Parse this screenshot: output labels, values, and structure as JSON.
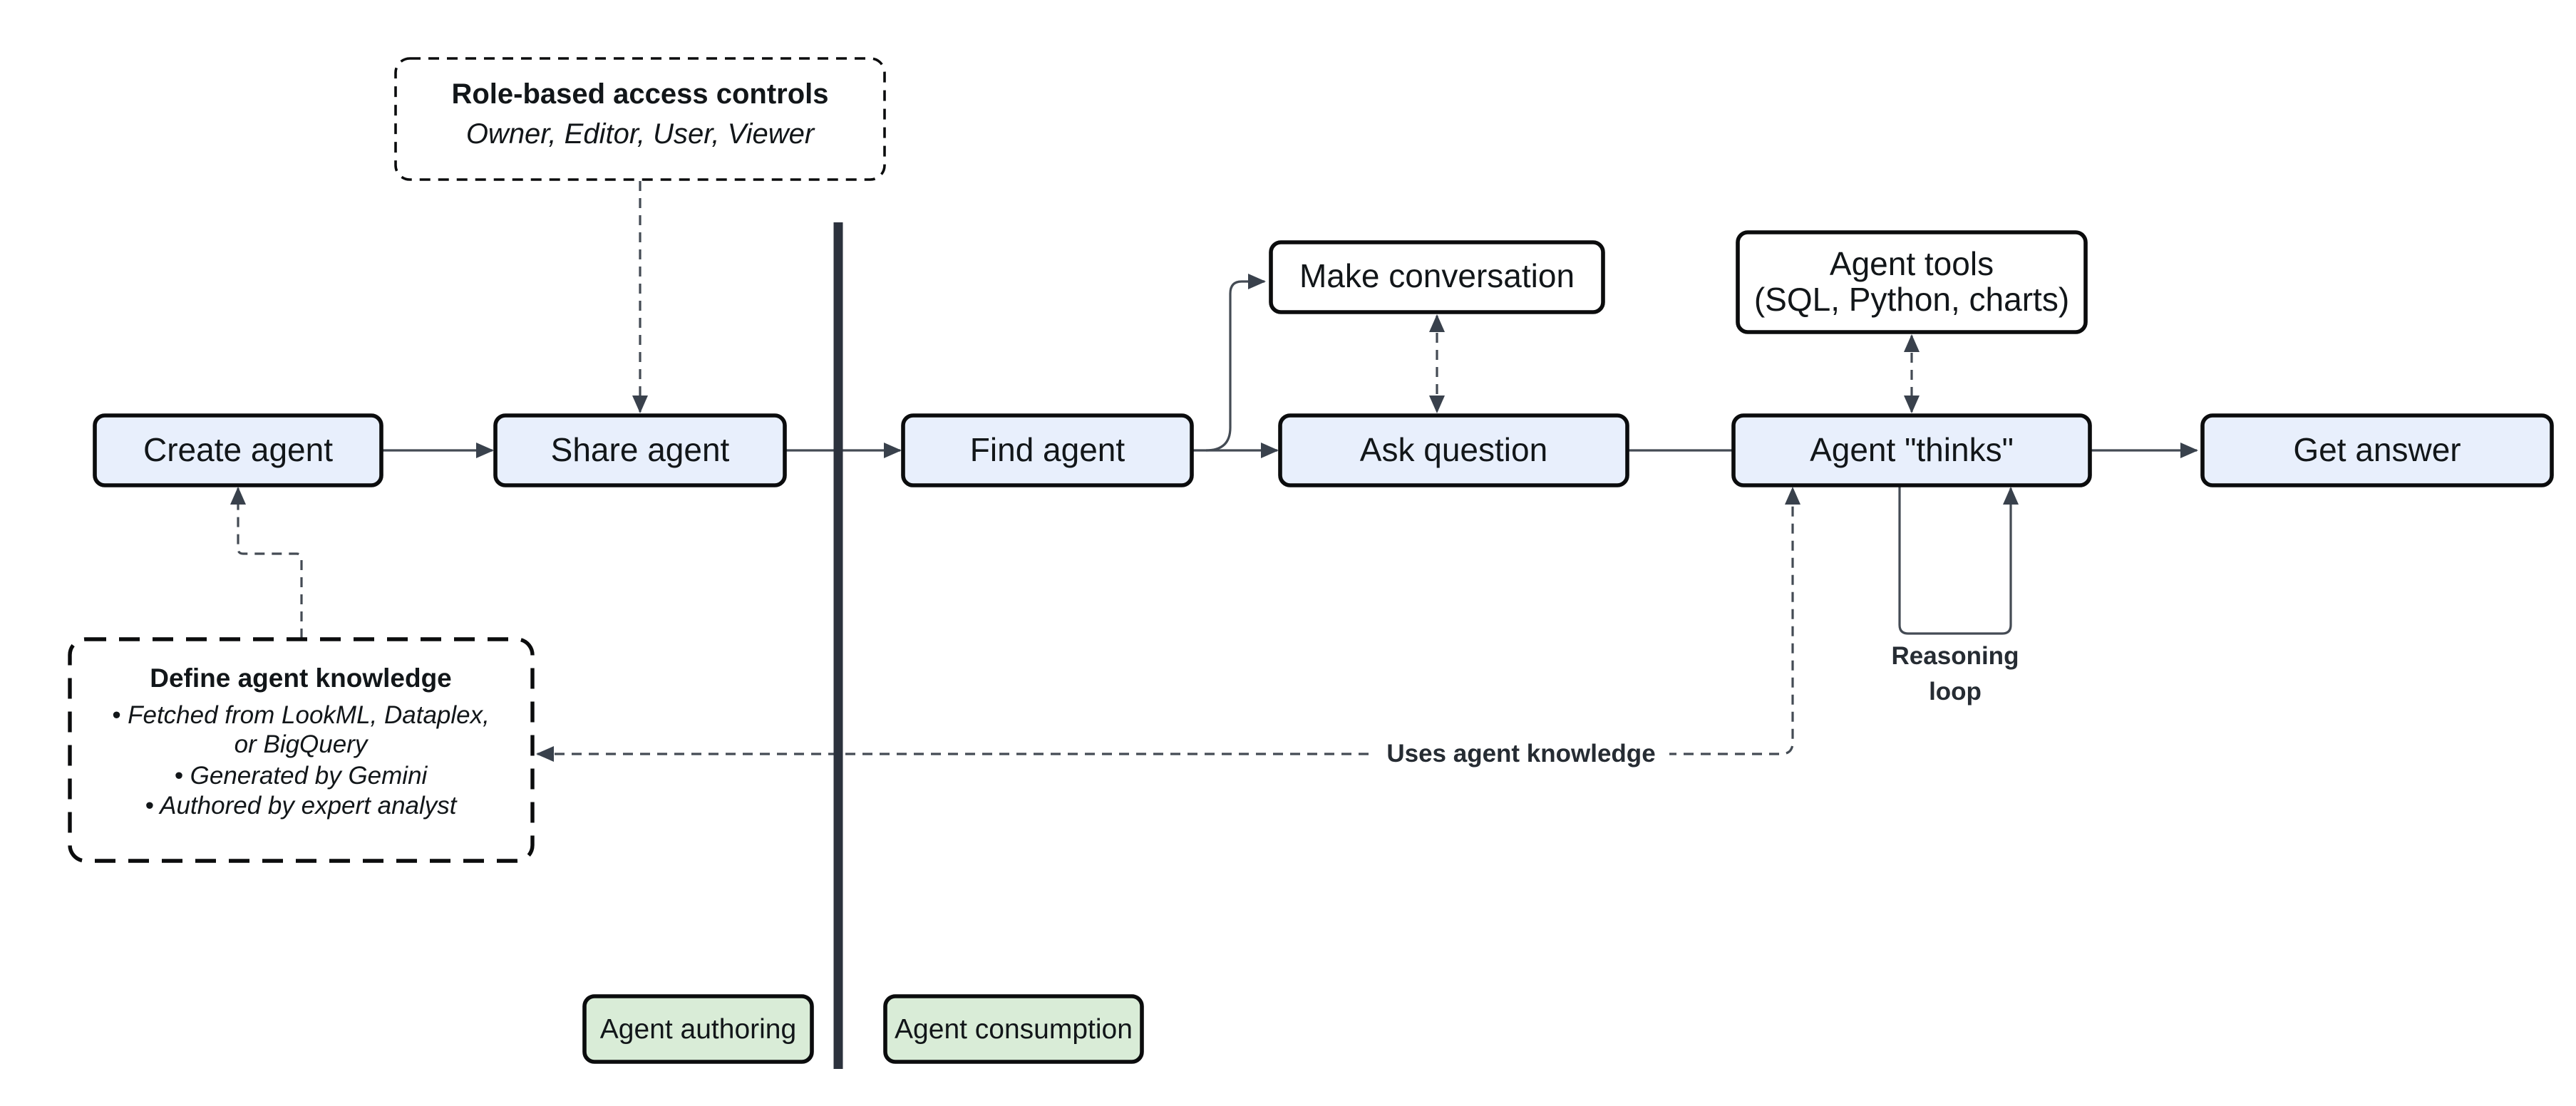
{
  "diagram": {
    "nodes": {
      "role_access": {
        "title": "Role-based access controls",
        "subtitle": "Owner, Editor, User, Viewer"
      },
      "create_agent": {
        "label": "Create agent"
      },
      "share_agent": {
        "label": "Share agent"
      },
      "find_agent": {
        "label": "Find agent"
      },
      "make_conversation": {
        "label": "Make conversation"
      },
      "ask_question": {
        "label": "Ask question"
      },
      "agent_tools": {
        "line1": "Agent tools",
        "line2": "(SQL, Python, charts)"
      },
      "agent_thinks": {
        "label": "Agent \"thinks\""
      },
      "get_answer": {
        "label": "Get answer"
      },
      "define_knowledge": {
        "title": "Define agent knowledge",
        "bullet1_line1": "• Fetched from LookML, Dataplex,",
        "bullet1_line2": "or BigQuery",
        "bullet2": "• Generated by Gemini",
        "bullet3": "• Authored by expert analyst"
      }
    },
    "edge_labels": {
      "uses_knowledge": "Uses agent knowledge",
      "reasoning_line1": "Reasoning",
      "reasoning_line2": "loop"
    },
    "zones": {
      "authoring": "Agent authoring",
      "consumption": "Agent consumption"
    },
    "colors": {
      "node_blue": "#e8effc",
      "node_white": "#ffffff",
      "zone_green": "#d9ecd7",
      "border": "#0b0c0d",
      "connector": "#444b54",
      "arrowhead": "#39414c",
      "divider": "#2c323d",
      "text": "#121619"
    }
  }
}
